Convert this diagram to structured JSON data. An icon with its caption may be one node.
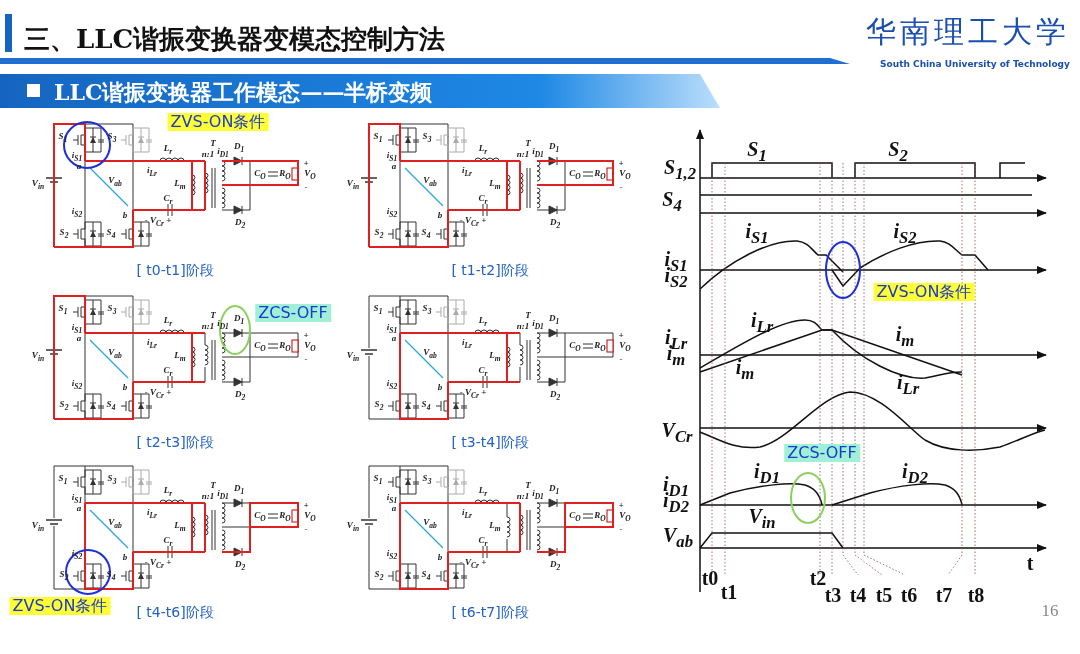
{
  "diagram": {
    "title": "三、LLC谐振变换器变模态控制方法",
    "labels": [
      "LLC谐振变换器工作模态——半桥变频",
      "华南理工大学",
      "South China University of Technology",
      "S$_{1}$",
      "S$_{3}$",
      "i$_{S1}$",
      "a",
      "L$_{r}$",
      "T",
      "n:1",
      "i$_{D1}$",
      "D$_{1}$",
      "i$_{Lr}$",
      "L$_{m}$",
      "C$_{O}$",
      "R$_{O}$",
      "+",
      "V$_{O}$",
      "-",
      "V$_{in}$",
      "V$_{ab}$",
      "b",
      "i$_{S2}$",
      "C$_{r}$",
      "- V$_{Cr}$ +",
      "S$_{2}$",
      "S$_{4}$",
      "D$_{2}$",
      "[ t0-t1]阶段",
      "S$_{1}$",
      "S$_{3}$",
      "i$_{S1}$",
      "a",
      "L$_{r}$",
      "T",
      "n:1",
      "i$_{D1}$",
      "D$_{1}$",
      "i$_{Lr}$",
      "L$_{m}$",
      "C$_{O}$",
      "R$_{O}$",
      "+",
      "V$_{O}$",
      "-",
      "V$_{in}$",
      "V$_{ab}$",
      "b",
      "i$_{S2}$",
      "C$_{r}$",
      "- V$_{Cr}$ +",
      "S$_{2}$",
      "S$_{4}$",
      "D$_{2}$",
      "[ t1-t2]阶段",
      "S$_{1}$",
      "S$_{3}$",
      "i$_{S1}$",
      "a",
      "L$_{r}$",
      "T",
      "n:1",
      "i$_{D1}$",
      "D$_{1}$",
      "i$_{Lr}$",
      "L$_{m}$",
      "C$_{O}$",
      "R$_{O}$",
      "+",
      "V$_{O}$",
      "-",
      "V$_{in}$",
      "V$_{ab}$",
      "b",
      "i$_{S2}$",
      "C$_{r}$",
      "- V$_{Cr}$ +",
      "S$_{2}$",
      "S$_{4}$",
      "D$_{2}$",
      "[ t2-t3]阶段",
      "S$_{1}$",
      "S$_{3}$",
      "i$_{S1}$",
      "a",
      "L$_{r}$",
      "T",
      "n:1",
      "i$_{D1}$",
      "D$_{1}$",
      "i$_{Lr}$",
      "L$_{m}$",
      "C$_{O}$",
      "R$_{O}$",
      "+",
      "V$_{O}$",
      "-",
      "V$_{in}$",
      "V$_{ab}$",
      "b",
      "i$_{S2}$",
      "C$_{r}$",
      "- V$_{Cr}$ +",
      "S$_{2}$",
      "S$_{4}$",
      "D$_{2}$",
      "[ t3-t4]阶段",
      "S$_{1}$",
      "S$_{3}$",
      "i$_{S1}$",
      "a",
      "L$_{r}$",
      "T",
      "n:1",
      "i$_{D1}$",
      "D$_{1}$",
      "i$_{Lr}$",
      "L$_{m}$",
      "C$_{O}$",
      "R$_{O}$",
      "+",
      "V$_{O}$",
      "-",
      "V$_{in}$",
      "V$_{ab}$",
      "b",
      "i$_{S2}$",
      "C$_{r}$",
      "- V$_{Cr}$ +",
      "S$_{2}$",
      "S$_{4}$",
      "D$_{2}$",
      "[ t4-t6]阶段",
      "S$_{1}$",
      "S$_{3}$",
      "i$_{S1}$",
      "a",
      "L$_{r}$",
      "T",
      "n:1",
      "i$_{D1}$",
      "D$_{1}$",
      "i$_{Lr}$",
      "L$_{m}$",
      "C$_{O}$",
      "R$_{O}$",
      "+",
      "V$_{O}$",
      "-",
      "V$_{in}$",
      "V$_{ab}$",
      "b",
      "i$_{S2}$",
      "C$_{r}$",
      "- V$_{Cr}$ +",
      "S$_{2}$",
      "S$_{4}$",
      "D$_{2}$",
      "[ t6-t7]阶段",
      "ZVS-ON条件",
      "ZCS-OFF",
      "ZVS-ON条件",
      "S$_{1}$",
      "S$_{2}$",
      "S$_{1,2}$",
      "S$_{4}$",
      "i$_{S1}$",
      "i$_{S2}$",
      "i$_{S1}$",
      "i$_{S2}$",
      "ZVS-ON条件",
      "i$_{Lr}$",
      "i$_{Lr}$",
      "i$_{m}$",
      "i$_{m}$",
      "i$_{m}$",
      "i$_{Lr}$",
      "V$_{Cr}$",
      "ZCS-OFF",
      "i$_{D1}$",
      "i$_{D1}$",
      "i$_{D2}$",
      "i$_{D2}$",
      "V$_{in}$",
      "V$_{ab}$",
      "t",
      "t0",
      "t1",
      "t2",
      "t3",
      "t4",
      "t5",
      "t6",
      "t7",
      "t8",
      "16"
    ]
  }
}
